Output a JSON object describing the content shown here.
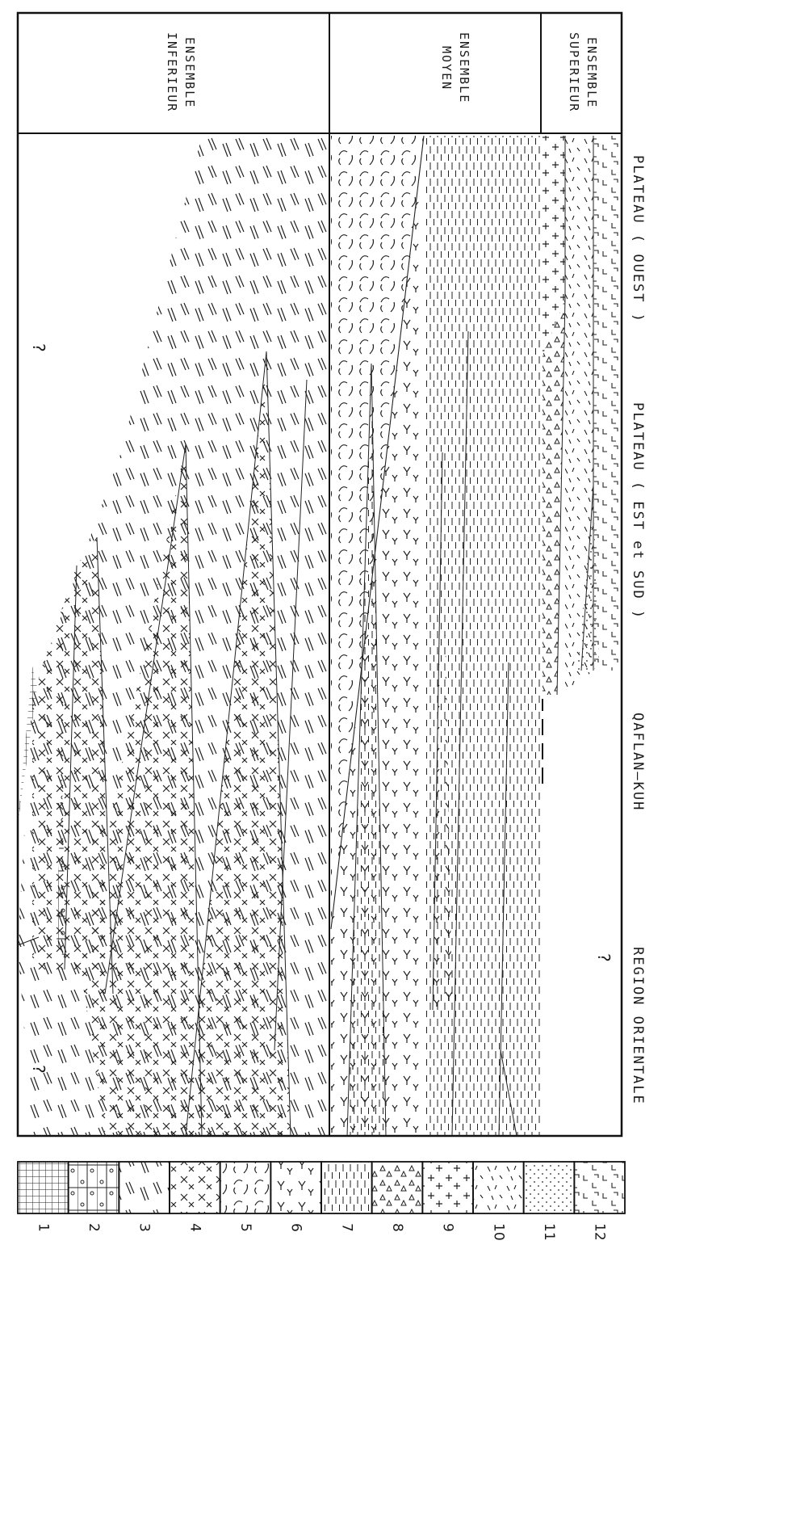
{
  "header": {
    "ensemble_superieur": "ENSEMBLE\nSUPERIEUR",
    "ensemble_moyen": "ENSEMBLE\nMOYEN",
    "ensemble_inferieur": "ENSEMBLE\nINFERIEUR"
  },
  "regions": {
    "plateau_ouest": "PLATEAU ( OUEST )",
    "plateau_est_sud": "PLATEAU ( EST et SUD )",
    "qaflan_kuh": "QAFLAN—KUH",
    "region_orientale": "REGION ORIENTALE"
  },
  "question_marks": [
    "?",
    "?",
    "?"
  ],
  "legend": {
    "items": [
      {
        "number": "1",
        "pattern": "grid"
      },
      {
        "number": "2",
        "pattern": "bricks-with-circles"
      },
      {
        "number": "3",
        "pattern": "double-dashes"
      },
      {
        "number": "4",
        "pattern": "crosses"
      },
      {
        "number": "5",
        "pattern": "arcs"
      },
      {
        "number": "6",
        "pattern": "y-marks"
      },
      {
        "number": "7",
        "pattern": "vertical-dashes"
      },
      {
        "number": "8",
        "pattern": "triangles"
      },
      {
        "number": "9",
        "pattern": "plus-signs"
      },
      {
        "number": "10",
        "pattern": "scattered-ticks"
      },
      {
        "number": "11",
        "pattern": "dots"
      },
      {
        "number": "12",
        "pattern": "l-shapes"
      }
    ]
  }
}
